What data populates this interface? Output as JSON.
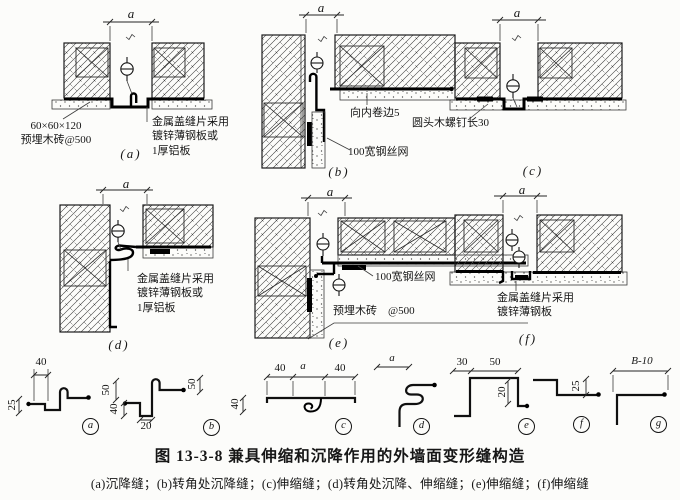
{
  "caption": {
    "title": "图 13-3-8  兼具伸缩和沉降作用的外墙面变形缝构造",
    "legend": "(a)沉降缝；(b)转角处沉降缝；(c)伸缩缝；(d)转角处沉降、伸缩缝；(e)伸缩缝；(f)伸缩缝"
  },
  "details": {
    "a": {
      "label": "(a)",
      "dim": "a",
      "note_bricks": "60×60×120\n预埋木砖@500",
      "note_cover": "金属盖缝片采用\n镀锌薄钢板或\n1厚铝板"
    },
    "b": {
      "label": "(b)",
      "dim": "a",
      "note_hem": "向内卷边5",
      "note_mesh": "100宽钢丝网"
    },
    "c": {
      "label": "(c)",
      "dim": "a",
      "note_screw": "圆头木螺钉长30"
    },
    "d": {
      "label": "(d)",
      "dim": "a",
      "note_cover": "金属盖缝片采用\n镀锌薄钢板或\n1厚铝板"
    },
    "e": {
      "label": "(e)",
      "dim": "a",
      "note_mesh": "100宽钢丝网",
      "note_brick": "预埋木砖　@500"
    },
    "f": {
      "label": "(f)",
      "dim": "a",
      "note_cover": "金属盖缝片采用\n镀锌薄钢板"
    }
  },
  "profiles": {
    "pa": {
      "label": "a",
      "dim_top": "40",
      "dim_side": "25"
    },
    "pb": {
      "label": "b",
      "dim_h1": "50",
      "dim_h2": "40",
      "dim_w": "20",
      "dim_r": "50"
    },
    "pc": {
      "label": "c",
      "dim_l": "40",
      "dim_a": "a",
      "dim_r": "40",
      "dim_side": "40"
    },
    "pd": {
      "label": "d",
      "dim": "a"
    },
    "pe": {
      "label": "e",
      "dim_1": "30",
      "dim_2": "50",
      "dim_side": "20"
    },
    "pf": {
      "label": "f",
      "dim": "25"
    },
    "pg": {
      "label": "g",
      "dim": "B-10"
    }
  },
  "colors": {
    "ink": "#141414",
    "paper": "#fcfcfa"
  }
}
